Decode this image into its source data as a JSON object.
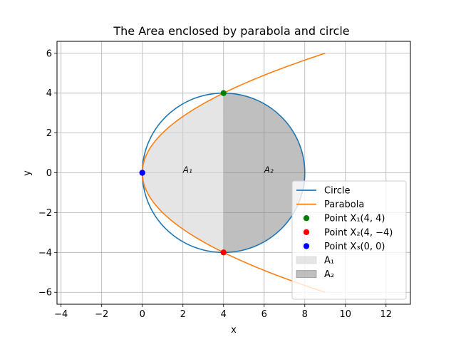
{
  "chart_data": {
    "type": "line",
    "title": "The Area enclosed by parabola and circle",
    "xlabel": "x",
    "ylabel": "y",
    "xlim": [
      -4.2,
      13.2
    ],
    "ylim": [
      -6.6,
      6.6
    ],
    "xticks": [
      -4,
      -2,
      0,
      2,
      4,
      6,
      8,
      10,
      12
    ],
    "yticks": [
      -6,
      -4,
      -2,
      0,
      2,
      4,
      6
    ],
    "xtick_labels": [
      "−4",
      "−2",
      "0",
      "2",
      "4",
      "6",
      "8",
      "10",
      "12"
    ],
    "ytick_labels": [
      "−6",
      "−4",
      "−2",
      "0",
      "2",
      "4",
      "6"
    ],
    "grid": true,
    "legend_position": "lower-right",
    "series": [
      {
        "name": "Circle",
        "kind": "line",
        "color": "#1f77b4",
        "center": [
          4,
          0
        ],
        "radius": 4
      },
      {
        "name": "Parabola",
        "kind": "line",
        "color": "#ff7f0e",
        "equation": "y^2 = 4x",
        "x_range": [
          0,
          9
        ]
      }
    ],
    "points": [
      {
        "label": "X1",
        "x": 4,
        "y": 4,
        "color": "#008000",
        "legend": "Point X₁(4, 4)"
      },
      {
        "label": "X2",
        "x": 4,
        "y": -4,
        "color": "#ff0000",
        "legend": "Point X₂(4, −4)"
      },
      {
        "label": "X3",
        "x": 0,
        "y": 0,
        "color": "#0000ff",
        "legend": "Point X₃(0, 0)"
      }
    ],
    "regions": [
      {
        "name": "A1",
        "legend": "A₁",
        "color": "#d3d3d3",
        "x_range": [
          0,
          4
        ],
        "bounded_by": "parabola"
      },
      {
        "name": "A2",
        "legend": "A₂",
        "color": "#808080",
        "x_range": [
          4,
          8
        ],
        "bounded_by": "circle"
      }
    ],
    "annotations": [
      {
        "text": "A₁",
        "x": 2,
        "y": 0
      },
      {
        "text": "A₂",
        "x": 6,
        "y": 0
      }
    ]
  }
}
